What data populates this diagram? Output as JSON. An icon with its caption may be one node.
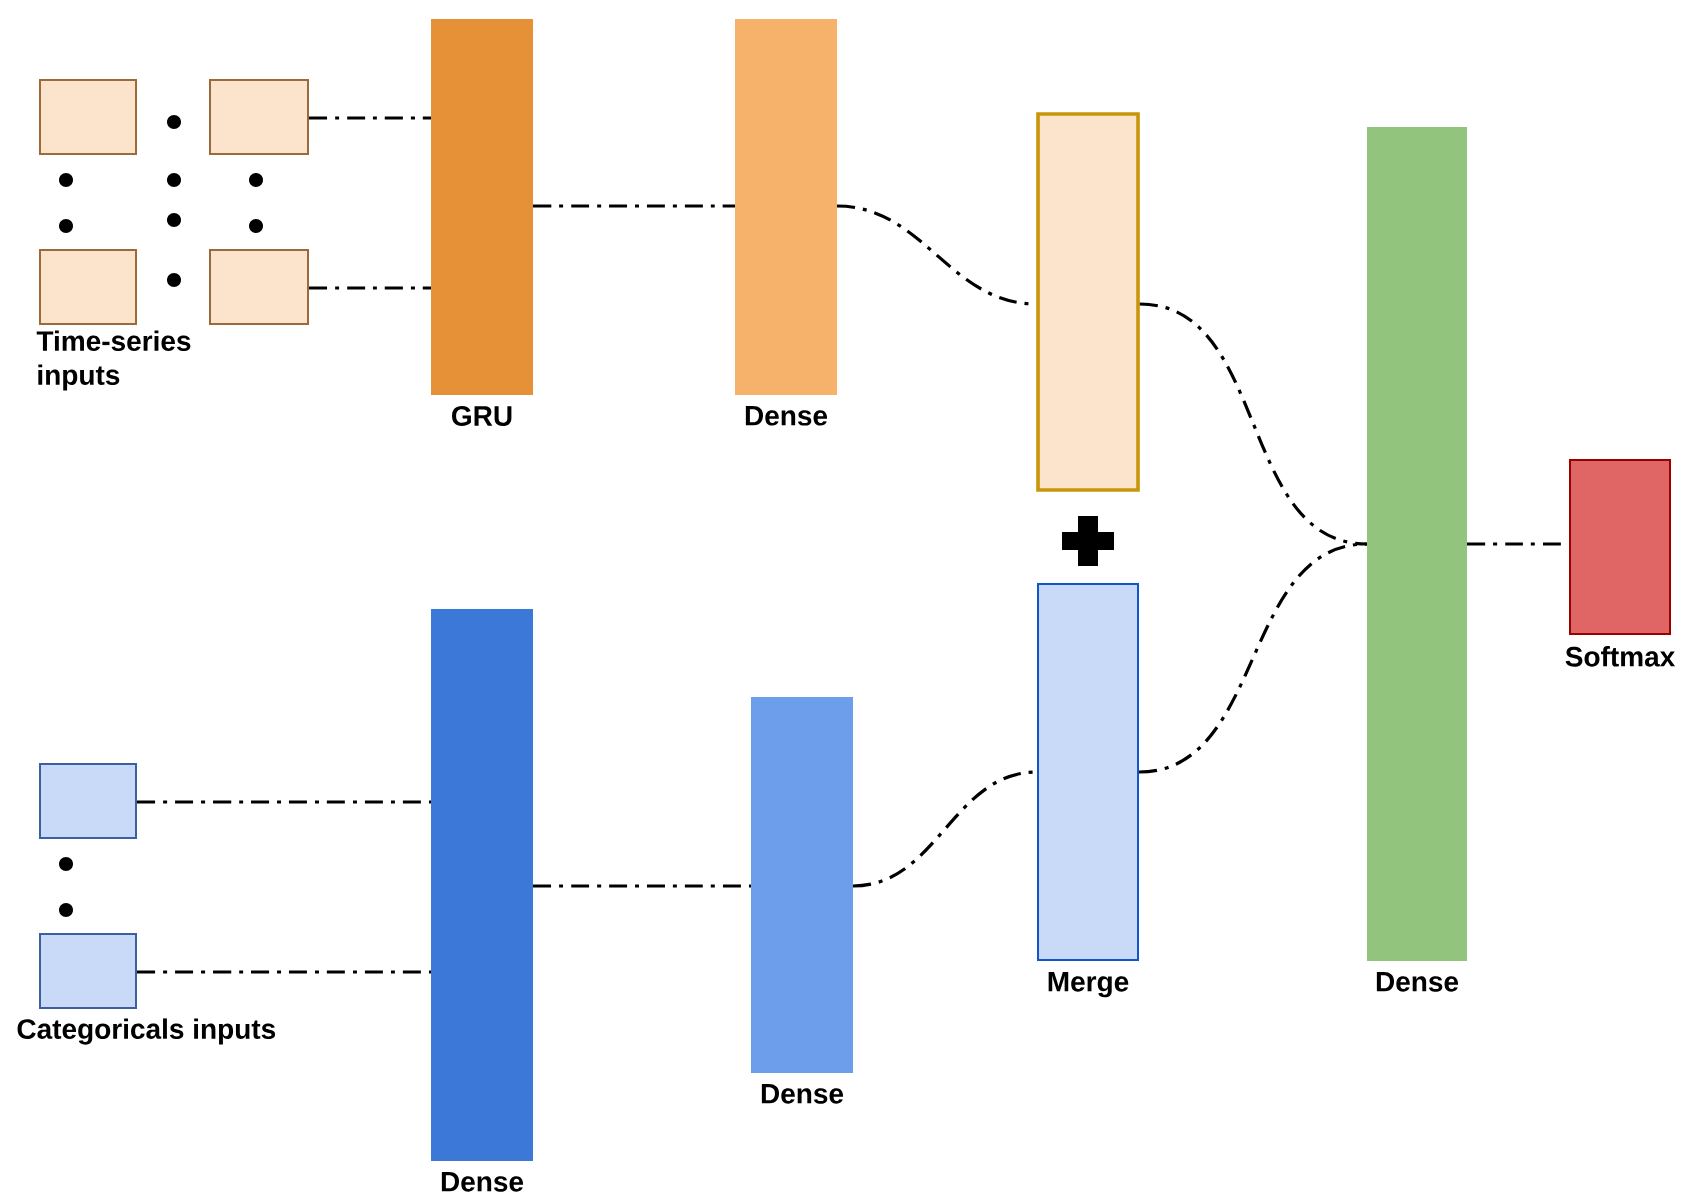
{
  "diagram": {
    "nodes": [
      {
        "text": [],
        "shape": "box"
      },
      {
        "text": [],
        "shape": "box"
      },
      {
        "text": [],
        "shape": "box"
      },
      {
        "text": [],
        "shape": "box"
      },
      {
        "text": [
          "GRU"
        ]
      },
      {
        "text": [
          "Dense"
        ]
      },
      {
        "text": [],
        "shape": "bar"
      },
      {
        "text": [
          "Merge"
        ]
      },
      {
        "text": [
          "Dense"
        ]
      },
      {
        "text": [
          "Softmax"
        ]
      },
      {
        "text": [],
        "shape": "box"
      },
      {
        "text": [],
        "shape": "box"
      },
      {
        "text": [
          "Dense"
        ]
      },
      {
        "text": [
          "Dense"
        ]
      }
    ],
    "edges": [
      {
        "from": 1,
        "to": 4,
        "arrow": "none"
      },
      {
        "from": 3,
        "to": 4,
        "arrow": "none"
      },
      {
        "from": 4,
        "to": 5,
        "arrow": "none"
      },
      {
        "from": 5,
        "to": 6,
        "arrow": "none"
      },
      {
        "from": 6,
        "to": 8,
        "arrow": "none"
      },
      {
        "from": 7,
        "to": 8,
        "arrow": "none"
      },
      {
        "from": 8,
        "to": 9,
        "arrow": "none"
      },
      {
        "from": 10,
        "to": 12,
        "arrow": "none"
      },
      {
        "from": 11,
        "to": 12,
        "arrow": "none"
      },
      {
        "from": 12,
        "to": 13,
        "arrow": "none"
      },
      {
        "from": 13,
        "to": 7,
        "arrow": "none"
      }
    ],
    "labels": [
      "Time-series inputs",
      "Categoricals inputs"
    ]
  }
}
